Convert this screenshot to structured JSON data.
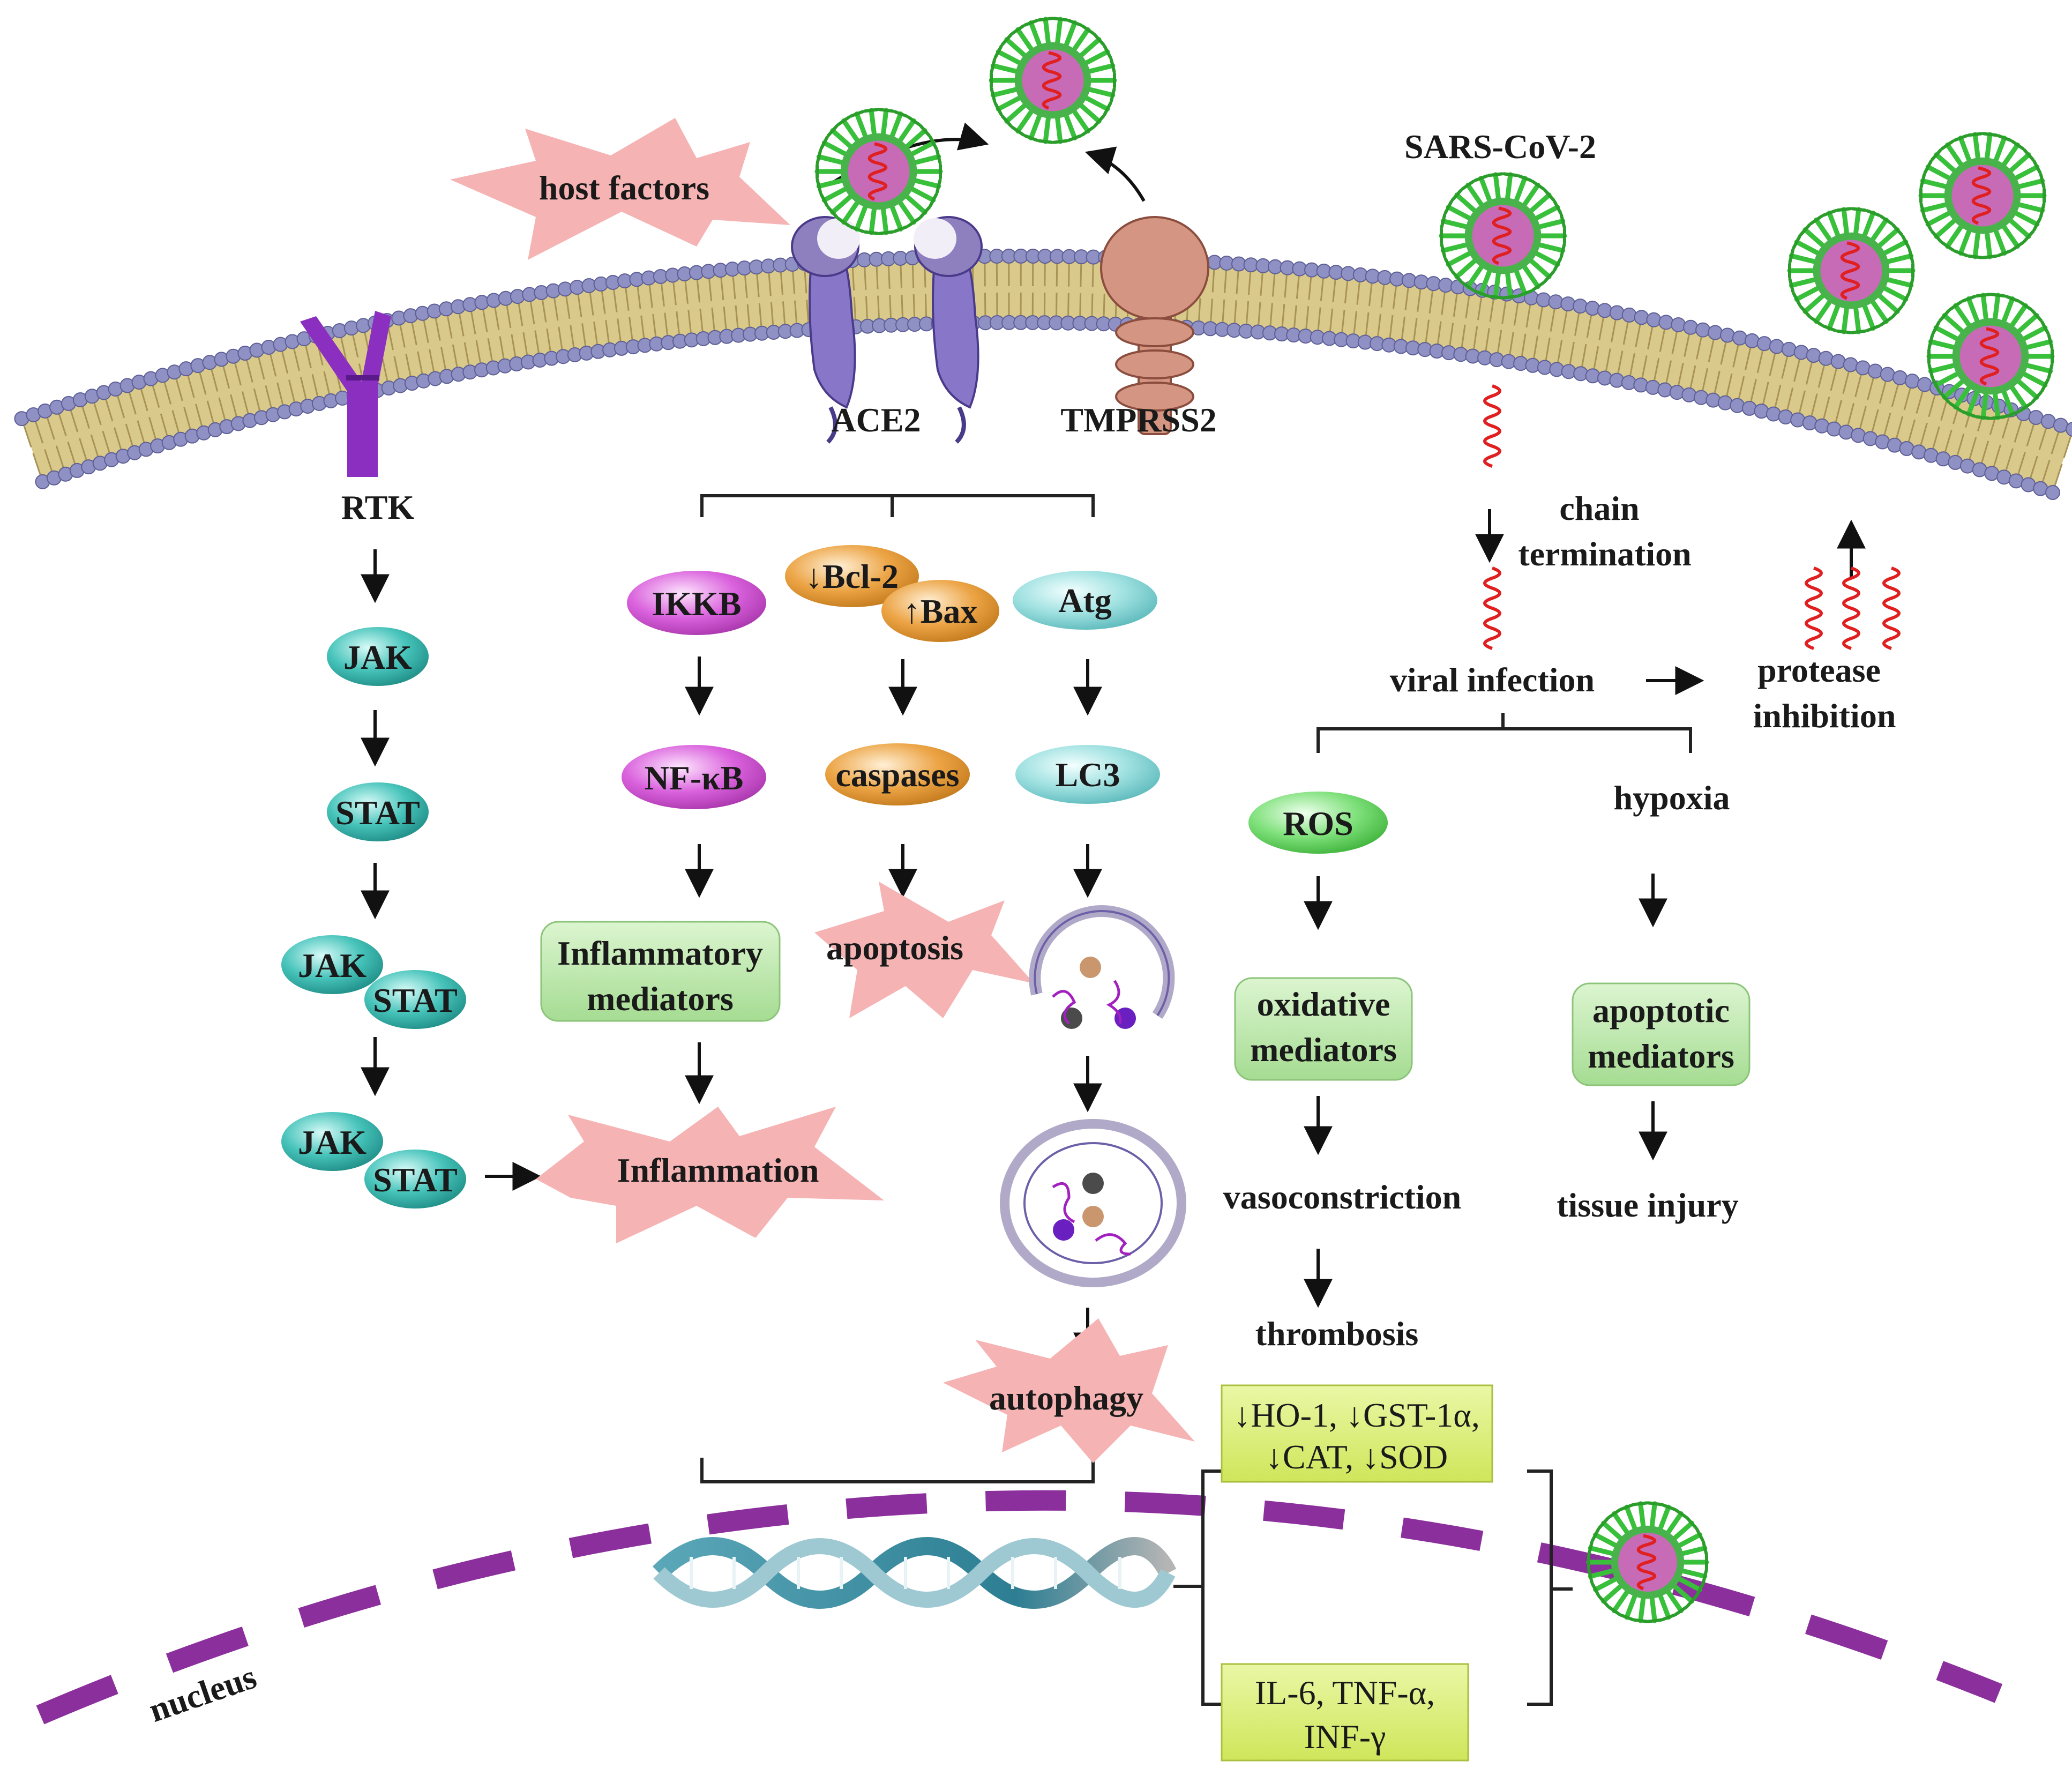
{
  "labels": {
    "host_factors": "host factors",
    "sars": "SARS-CoV-2",
    "ace2": "ACE2",
    "tmprss2": "TMPRSS2",
    "rtk": "RTK",
    "chain": "chain",
    "termination": "termination",
    "viral_infection": "viral infection",
    "protease": "protease",
    "inhibition": "inhibition",
    "hypoxia": "hypoxia",
    "vasoconstriction": "vasoconstriction",
    "tissue_injury": "tissue injury",
    "thrombosis": "thrombosis",
    "nucleus": "nucleus"
  },
  "pills": {
    "jak": "JAK",
    "stat": "STAT",
    "ikkb": "IKKB",
    "bcl2": "↓Bcl-2",
    "bax": "↑Bax",
    "atg": "Atg",
    "nfkb": "NF-κB",
    "caspases": "caspases",
    "lc3": "LC3",
    "ros": "ROS"
  },
  "boxes": {
    "inflam_med_1": "Inflammatory",
    "inflam_med_2": "mediators",
    "oxid_1": "oxidative",
    "oxid_2": "mediators",
    "apopt_1": "apoptotic",
    "apopt_2": "mediators"
  },
  "bursts": {
    "apoptosis": "apoptosis",
    "inflammation": "Inflammation",
    "autophagy": "autophagy"
  },
  "yellow_boxes": {
    "enzymes_1": "↓HO-1, ↓GST-1α,",
    "enzymes_2": "↓CAT, ↓SOD",
    "cytokines_1": "IL-6, TNF-α,",
    "cytokines_2": "INF-γ"
  },
  "colors": {
    "jak_stat": "#3fb8b0",
    "ikkb_nfkb": "#d35bd6",
    "bcl_caspase": "#e39b3a",
    "atg_lc3": "#8fd6d6",
    "ros": "#6fd86a",
    "mediator_box": "#b8e6a8",
    "yellow_box": "#d7ec6e",
    "burst": "#f6b3b3",
    "membrane_head": "#8f90c4",
    "membrane_tail": "#d9c98a",
    "nucleus_dash": "#8b2f9c",
    "virus_spike": "#39c03a",
    "virus_core": "#c76bb6",
    "rna": "#e02020"
  }
}
